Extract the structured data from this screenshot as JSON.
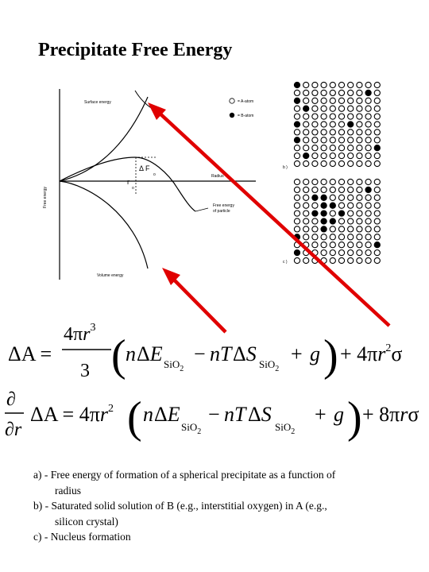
{
  "title": "Precipitate Free Energy",
  "graph": {
    "y_axis_label": "Free energy",
    "surface_curve_label": "Surface energy",
    "volume_curve_label": "Volume energy",
    "particle_curve_label_line1": "Free energy",
    "particle_curve_label_line2": "of particle",
    "delta_f_symbol": "Δ F",
    "delta_f_sub": "o",
    "r_symbol": "r",
    "r_sub": "o",
    "radius_label": "Radius",
    "legend": [
      {
        "marker": "open",
        "label": "= A-atom"
      },
      {
        "marker": "filled",
        "label": "= B-atom"
      }
    ],
    "panel_b_label": "b )",
    "panel_c_label": "c )"
  },
  "colors": {
    "arrow": "#e00000",
    "ink": "#000000"
  },
  "equation1": "ΔA = (4πr³/3)(nΔE_SiO2 − nTΔS_SiO2 + g) + 4πr²σ",
  "equation2": "(∂/∂r)ΔA = 4πr²(nΔE_SiO2 − nTΔS_SiO2 + g) + 8πrσ",
  "captions": {
    "a_line1": "a) - Free energy of formation of a spherical precipitate as a function of",
    "a_line2": "radius",
    "b_line1": "b) - Saturated solid solution of B (e.g., interstitial oxygen) in A (e.g.,",
    "b_line2": "silicon crystal)",
    "c_line1": "c) - Nucleus formation"
  }
}
